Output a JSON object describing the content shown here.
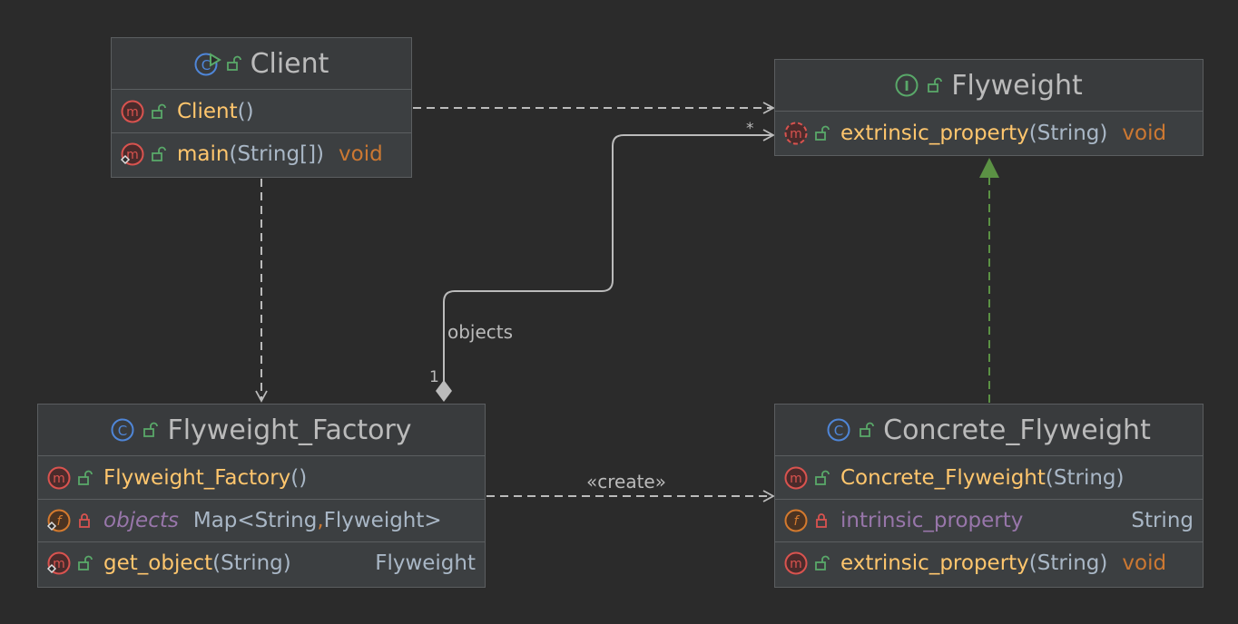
{
  "diagram": {
    "classes": {
      "client": {
        "name": "Client",
        "members": [
          {
            "name": "Client",
            "params": "",
            "ret": ""
          },
          {
            "name": "main",
            "params": "String[]",
            "ret": "void"
          }
        ]
      },
      "flyweight": {
        "name": "Flyweight",
        "members": [
          {
            "name": "extrinsic_property",
            "params": "String",
            "ret": "void"
          }
        ]
      },
      "factory": {
        "name": "Flyweight_Factory",
        "constructor": {
          "name": "Flyweight_Factory",
          "params": ""
        },
        "field": {
          "name": "objects",
          "type_main": "Map<String",
          "type_sep": ",",
          "type_rest": " Flyweight>"
        },
        "method": {
          "name": "get_object",
          "params": "String",
          "ret": "Flyweight"
        }
      },
      "concrete": {
        "name": "Concrete_Flyweight",
        "constructor": {
          "name": "Concrete_Flyweight",
          "params": "String"
        },
        "field": {
          "name": "intrinsic_property",
          "type": "String"
        },
        "method": {
          "name": "extrinsic_property",
          "params": "String",
          "ret": "void"
        }
      }
    },
    "edges": {
      "association_label": "objects",
      "mult_many": "*",
      "mult_one": "1",
      "create_label": "«create»"
    }
  },
  "colors": {
    "background": "#2b2b2b",
    "method_name": "#ffc66d",
    "field_name": "#9876aa",
    "keyword": "#cc7832",
    "text": "#a9b7c6",
    "realization": "#5b9144"
  }
}
